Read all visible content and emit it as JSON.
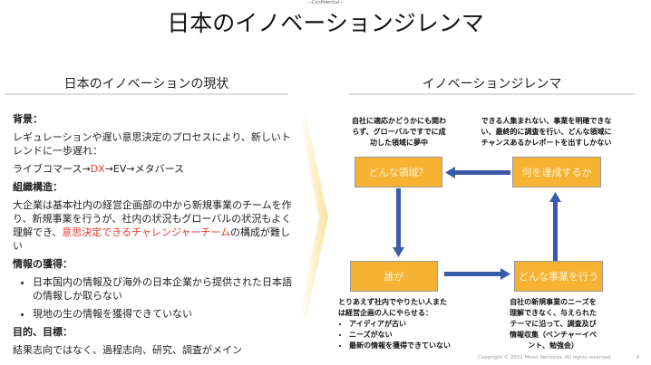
{
  "header": {
    "confidential": "---Confidential---",
    "title": "日本のイノベーションジレンマ"
  },
  "left": {
    "heading": "日本のイノベーションの現状",
    "bg_label": "背景：",
    "bg_text": "レギュレーションや遅い意思決定のプロセスにより、新しいトレンドに一歩遅れ：",
    "trend_a": "ライブコマース→",
    "trend_dx": "DX",
    "trend_b": "→EV→メタバース",
    "org_label": "組織構造：",
    "org_text": "大企業は基本社内の経営企画部の中から新規事業のチームを作り、新規事業を行うが、社内の状況もグローバルの状況もよく理解でき、",
    "org_red": "意思決定できるチャレンジャーチーム",
    "org_tail": "の構成が難しい",
    "info_label": "情報の獲得：",
    "info_items": [
      "日本国内の情報及び海外の日本企業から提供された日本語の情報しか取らない",
      "現地の生の情報を獲得できていない"
    ],
    "goal_label": "目的、目標：",
    "goal_text": "結果志向ではなく、過程志向、研究、調査がメイン"
  },
  "right": {
    "heading": "イノベーションジレンマ",
    "note_tl": "自社に適応かどうかにも関わらず、グローバルですでに成功した領域に夢中",
    "note_tr": "できる人集まれない、事業を明確できない、最終的に調査を行い、どんな領域にチャンスあるかレポートを出すしかない",
    "box_area": "どんな領域？",
    "box_goal": "何を達成するか",
    "box_who": "誰が",
    "box_business": "どんな事業を行う",
    "note_bl": "とりあえず社内でやりたい人または経営企画の人にやらせる：",
    "note_bl_items": [
      "アイディアが古い",
      "ニーズがない",
      "最新の情報を獲得できていない"
    ],
    "note_br": "自社の新規事業のニーズを理解できなく、与えられたテーマに沿って、調査及び情報収集（ベンチャーイベント、勉強会）"
  },
  "footer": {
    "copyright": "Copyright © 2021 Moon Ventures. All rights reserved.",
    "page": "6"
  },
  "colors": {
    "box": "#f5b233",
    "arrow": "#3b5ba9",
    "accent_red": "#e8392b",
    "chevron": "#fbe3a0"
  }
}
